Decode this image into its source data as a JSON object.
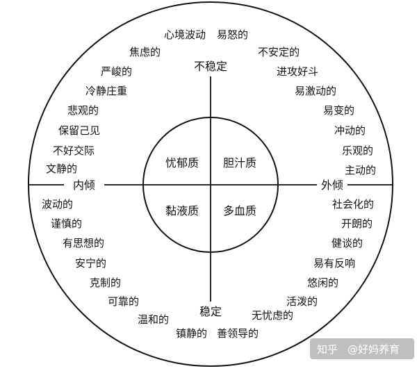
{
  "axes": {
    "top": "不稳定",
    "bottom": "稳定",
    "left": "内倾",
    "right": "外倾"
  },
  "quadrants": {
    "top_left": "忧郁质",
    "top_right": "胆汁质",
    "bottom_left": "黏液质",
    "bottom_right": "多血质"
  },
  "traits": {
    "top_left": [
      "心境波动",
      "焦虑的",
      "严峻的",
      "冷静庄重",
      "悲观的",
      "保留己见",
      "不好交际",
      "文静的"
    ],
    "top_right": [
      "易怒的",
      "不安定的",
      "进攻好斗",
      "易激动的",
      "易变的",
      "冲动的",
      "乐观的",
      "主动的"
    ],
    "bottom_left": [
      "波动的",
      "谨慎的",
      "有思想的",
      "安宁的",
      "克制的",
      "可靠的",
      "温和的",
      "镇静的"
    ],
    "bottom_right": [
      "社会化的",
      "开朗的",
      "健谈的",
      "易有反响",
      "悠闲的",
      "活泼的",
      "无忧虑的",
      "善领导的"
    ]
  },
  "watermark": {
    "site": "知乎",
    "author": "@好妈养育"
  }
}
